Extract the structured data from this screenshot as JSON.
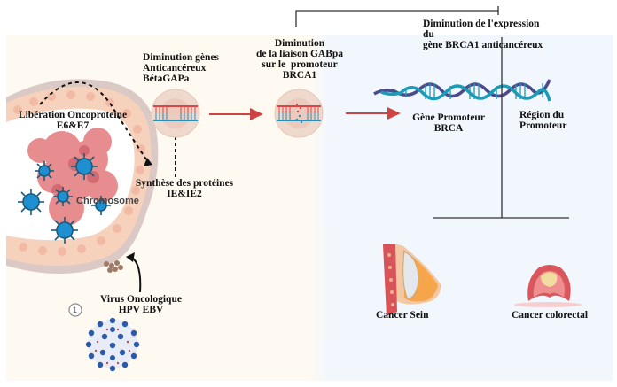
{
  "diagram": {
    "labels": {
      "liberation": "Libération Oncoproteine\nE6&E7",
      "chromosome": "Chromosome",
      "synthese": "Synthèse des protéines\nIE&IE2",
      "virus": "Virus Oncologique\nHPV EBV",
      "step_number": "1",
      "diminution_genes": "Diminution gènes\nAnticancéreux\nBétaGAPa",
      "diminution_liaison": "Diminution\nde la liaison GABpa\nsur le  promoteur\nBRCA1",
      "diminution_expression": "Diminution de l'expression\ndu\ngène BRCA1 anticancéreux",
      "gene_promoteur": "Gène Promoteur\nBRCA",
      "region_promoteur": "Région du\nPromoteur",
      "cancer_sein": "Cancer Sein",
      "cancer_colorectal": "Cancer colorectal"
    },
    "icons": {
      "cell": "infected-tissue-cell",
      "virus": "virus-particle",
      "dna": "dna-double-helix",
      "breast": "breast-anatomy",
      "colon": "colorectal-tumor"
    },
    "colors": {
      "left_bg": "#fffaf1",
      "right_bg": "#f2f6fd",
      "arrow_red": "#cc4444",
      "virus_blue": "#1e8fd0",
      "dna_teal": "#1c9bb8",
      "dna_purple": "#4a4a8c"
    }
  }
}
